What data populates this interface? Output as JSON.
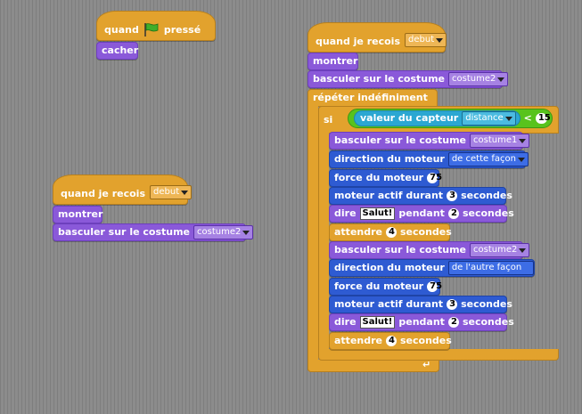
{
  "script1": {
    "hat_text": "quand",
    "hat_suffix": "pressé",
    "hide": "cacher"
  },
  "script2": {
    "hat_text": "quand je recois",
    "message": "debut",
    "show": "montrer",
    "switch_costume": "basculer sur le costume",
    "costume": "costume2"
  },
  "script3": {
    "hat_text": "quand je recois",
    "message": "debut",
    "show": "montrer",
    "switch_costume": "basculer sur le costume",
    "costume": "costume2",
    "forever": "répéter indéfiniment",
    "if": "si",
    "sensor_label": "valeur du capteur",
    "sensor": "distance",
    "op": "<",
    "threshold": "15",
    "inner": {
      "switch_costume": "basculer sur le costume",
      "costume1": "costume1",
      "costume2": "costume2",
      "motor_direction": "direction du moteur",
      "dir1": "de cette façon",
      "dir2": "de l'autre façon",
      "motor_power": "force du moteur",
      "power": "75",
      "motor_on_for": "moteur actif durant",
      "seconds": "secondes",
      "on_secs": "3",
      "say": "dire",
      "say_text": "Salut!",
      "during": "pendant",
      "say_secs": "2",
      "wait": "attendre",
      "wait_secs": "4"
    }
  },
  "colors": {
    "control": "#e2a22d",
    "looks": "#8a59d9",
    "motion": "#2e5bd2",
    "sensing": "#2ba7d2",
    "operators": "#58c31d",
    "flag": "#3fae2a"
  }
}
